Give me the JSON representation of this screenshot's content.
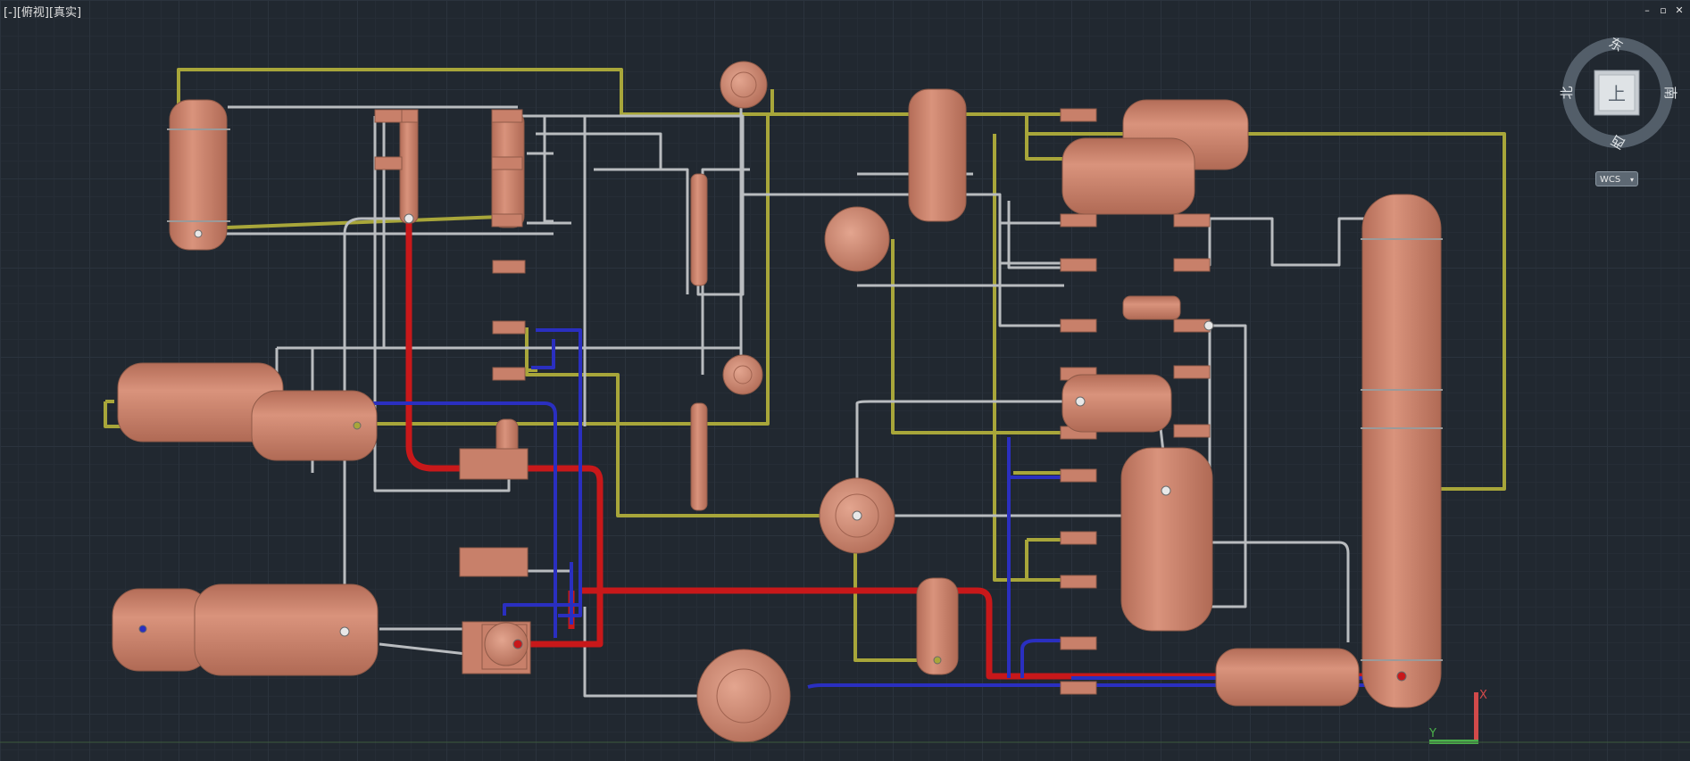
{
  "viewport": {
    "label": "[-][俯视][真实]"
  },
  "window_controls": {
    "minimize": "–",
    "restore": "▫",
    "close": "✕"
  },
  "viewcube": {
    "top_face": "上",
    "north": "北",
    "south": "南",
    "east": "东",
    "west": "西",
    "wcs_label": "WCS",
    "wcs_caret": "▾"
  },
  "ucs_icon": {
    "x_label": "X",
    "y_label": "Y"
  },
  "colors": {
    "background": "#212830",
    "vessel_fill": "#c8806a",
    "vessel_stroke": "#8f5a48",
    "pipe_yellow": "#a8a63a",
    "pipe_gray": "#b9bcbf",
    "pipe_red": "#c8181a",
    "pipe_blue": "#2a2fc0"
  }
}
